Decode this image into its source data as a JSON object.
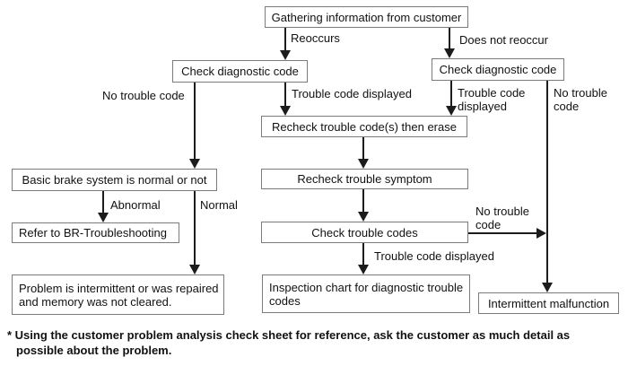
{
  "diagram": {
    "nodes": {
      "gathering": "Gathering information from customer",
      "check_diag_left": "Check diagnostic code",
      "check_diag_right": "Check diagnostic code",
      "recheck_erase": "Recheck trouble code(s) then erase",
      "recheck_symptom": "Recheck trouble symptom",
      "check_trouble_codes": "Check trouble codes",
      "basic_brake": "Basic brake system is normal or not",
      "refer_br": "Refer to BR-Troubleshooting",
      "problem_intermittent": "Problem is intermittent or was repaired and memory was not cleared.",
      "inspection_chart": "Inspection chart for diagnostic trouble codes",
      "intermittent_malfunction": "Intermittent malfunction"
    },
    "labels": {
      "reoccurs": "Reoccurs",
      "does_not_reoccur": "Does not reoccur",
      "no_trouble_code_left": "No trouble code",
      "trouble_code_displayed_left": "Trouble code displayed",
      "trouble_code_displayed_right": "Trouble code displayed",
      "no_trouble_code_right": "No trouble code",
      "no_trouble_code_mid": "No trouble code",
      "trouble_code_displayed_bottom": "Trouble code displayed",
      "abnormal": "Abnormal",
      "normal": "Normal"
    },
    "footnote_line1": "* Using the customer problem analysis check sheet for reference, ask the customer as much detail as",
    "footnote_line2": "possible about the problem.",
    "colors": {
      "background": "#ffffff",
      "box_border": "#7b7b7b",
      "line": "#1c1c1c",
      "text": "#111111"
    }
  }
}
